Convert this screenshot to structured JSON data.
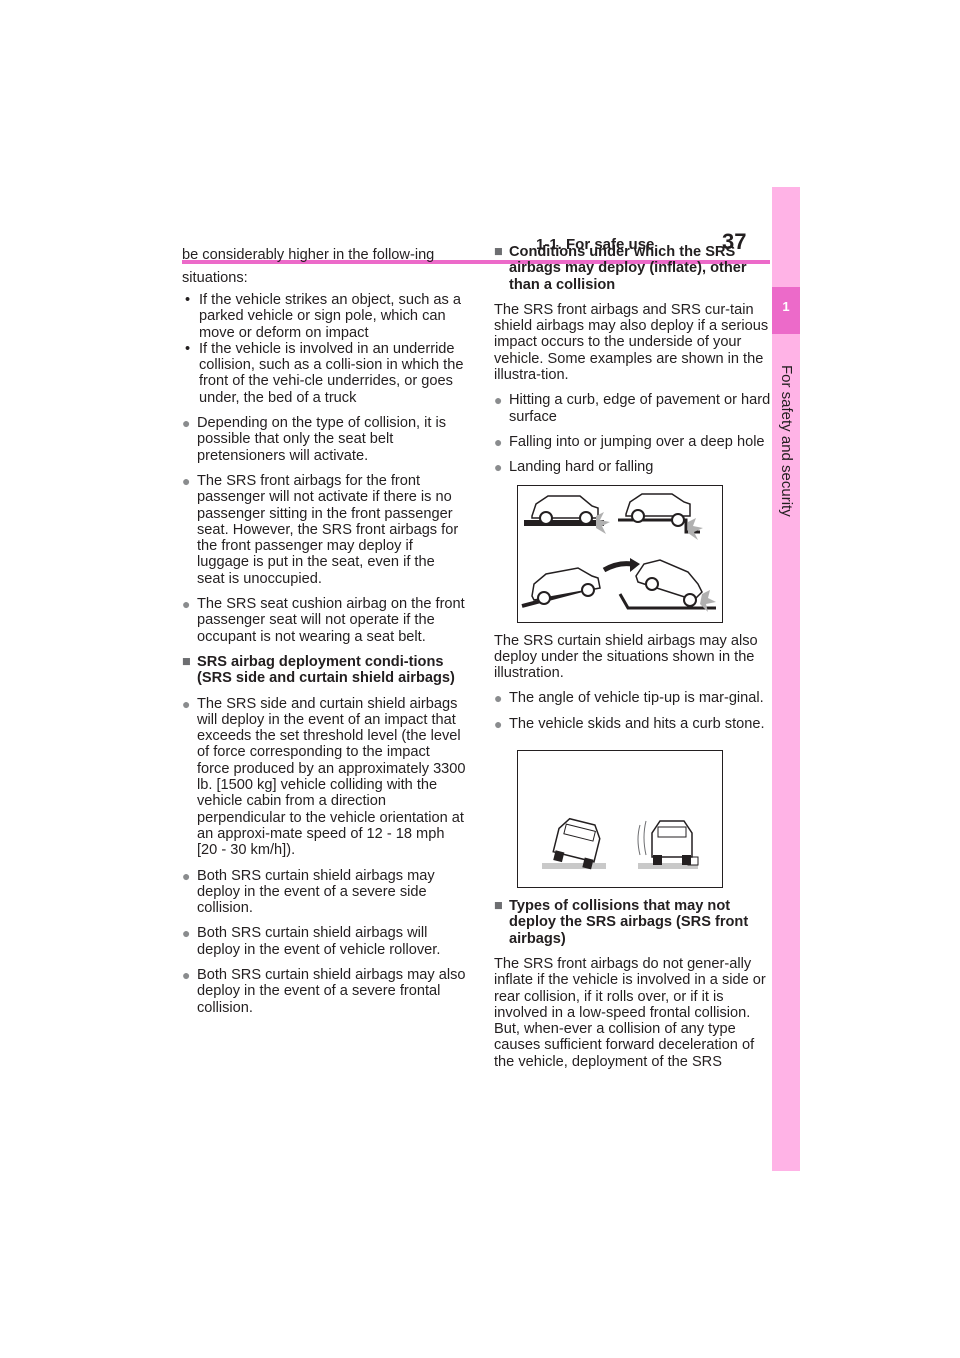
{
  "header": {
    "section": "1-1. For safe use",
    "page": "37"
  },
  "side_tab": {
    "number": "1",
    "label": "For safety and security"
  },
  "left_col": {
    "intro": "be considerably higher in the follow-ing situations:",
    "sub1": "If the vehicle strikes an object, such as a parked vehicle or sign pole, which can move or deform on impact",
    "sub2": "If the vehicle is involved in an underride collision, such as a colli-sion in which the front of the vehi-cle underrides, or goes under, the bed of a truck",
    "b1": "Depending on the type of collision, it is possible that only the seat belt pretensioners will activate.",
    "b2": "The SRS front airbags for the front passenger will not activate if there is no passenger sitting in the front passenger seat. However, the SRS front airbags for the front passenger may deploy if luggage is put in the seat, even if the seat is unoccupied.",
    "b3": "The SRS seat cushion airbag on the front passenger seat will not operate if the occupant is not wearing a seat belt.",
    "h1": "SRS airbag deployment condi-tions (SRS side and curtain shield airbags)",
    "b4": "The SRS side and curtain shield airbags will deploy in the event of an impact that exceeds the set threshold level (the level of force corresponding to the impact force produced by an approximately 3300 lb. [1500 kg] vehicle colliding with the vehicle cabin from a direction perpendicular to the vehicle orientation at an approxi-mate speed of 12 - 18 mph [20 - 30 km/h]).",
    "b5": "Both SRS curtain shield airbags may deploy in the event of a severe side collision.",
    "b6": "Both SRS curtain shield airbags will deploy in the event of vehicle rollover.",
    "b7": "Both SRS curtain shield airbags may also deploy in the event of a severe frontal collision."
  },
  "right_col": {
    "h2": "Conditions under which the SRS airbags may deploy (inflate), other than a collision",
    "p1": "The SRS front airbags and SRS cur-tain shield airbags may also deploy if a serious impact occurs to the underside of your vehicle. Some examples are shown in the illustra-tion.",
    "b1": "Hitting a curb, edge of pavement or hard surface",
    "b2": "Falling into or jumping over a deep hole",
    "b3": "Landing hard or falling",
    "p2": "The SRS curtain shield airbags may also deploy under the situations shown in the illustration.",
    "b4": "The angle of vehicle tip-up is mar-ginal.",
    "b5": "The vehicle skids and hits a curb stone.",
    "h3": "Types of collisions that may not deploy the SRS airbags (SRS front airbags)",
    "p3": "The SRS front airbags do not gener-ally inflate if the vehicle is involved in a side or rear collision, if it rolls over, or if it is involved in a low-speed frontal collision. But, when-ever a collision of any type causes sufficient forward deceleration of the vehicle, deployment of the SRS"
  },
  "glyphs": {
    "bullet": "●",
    "square": "■",
    "dash": "•"
  }
}
